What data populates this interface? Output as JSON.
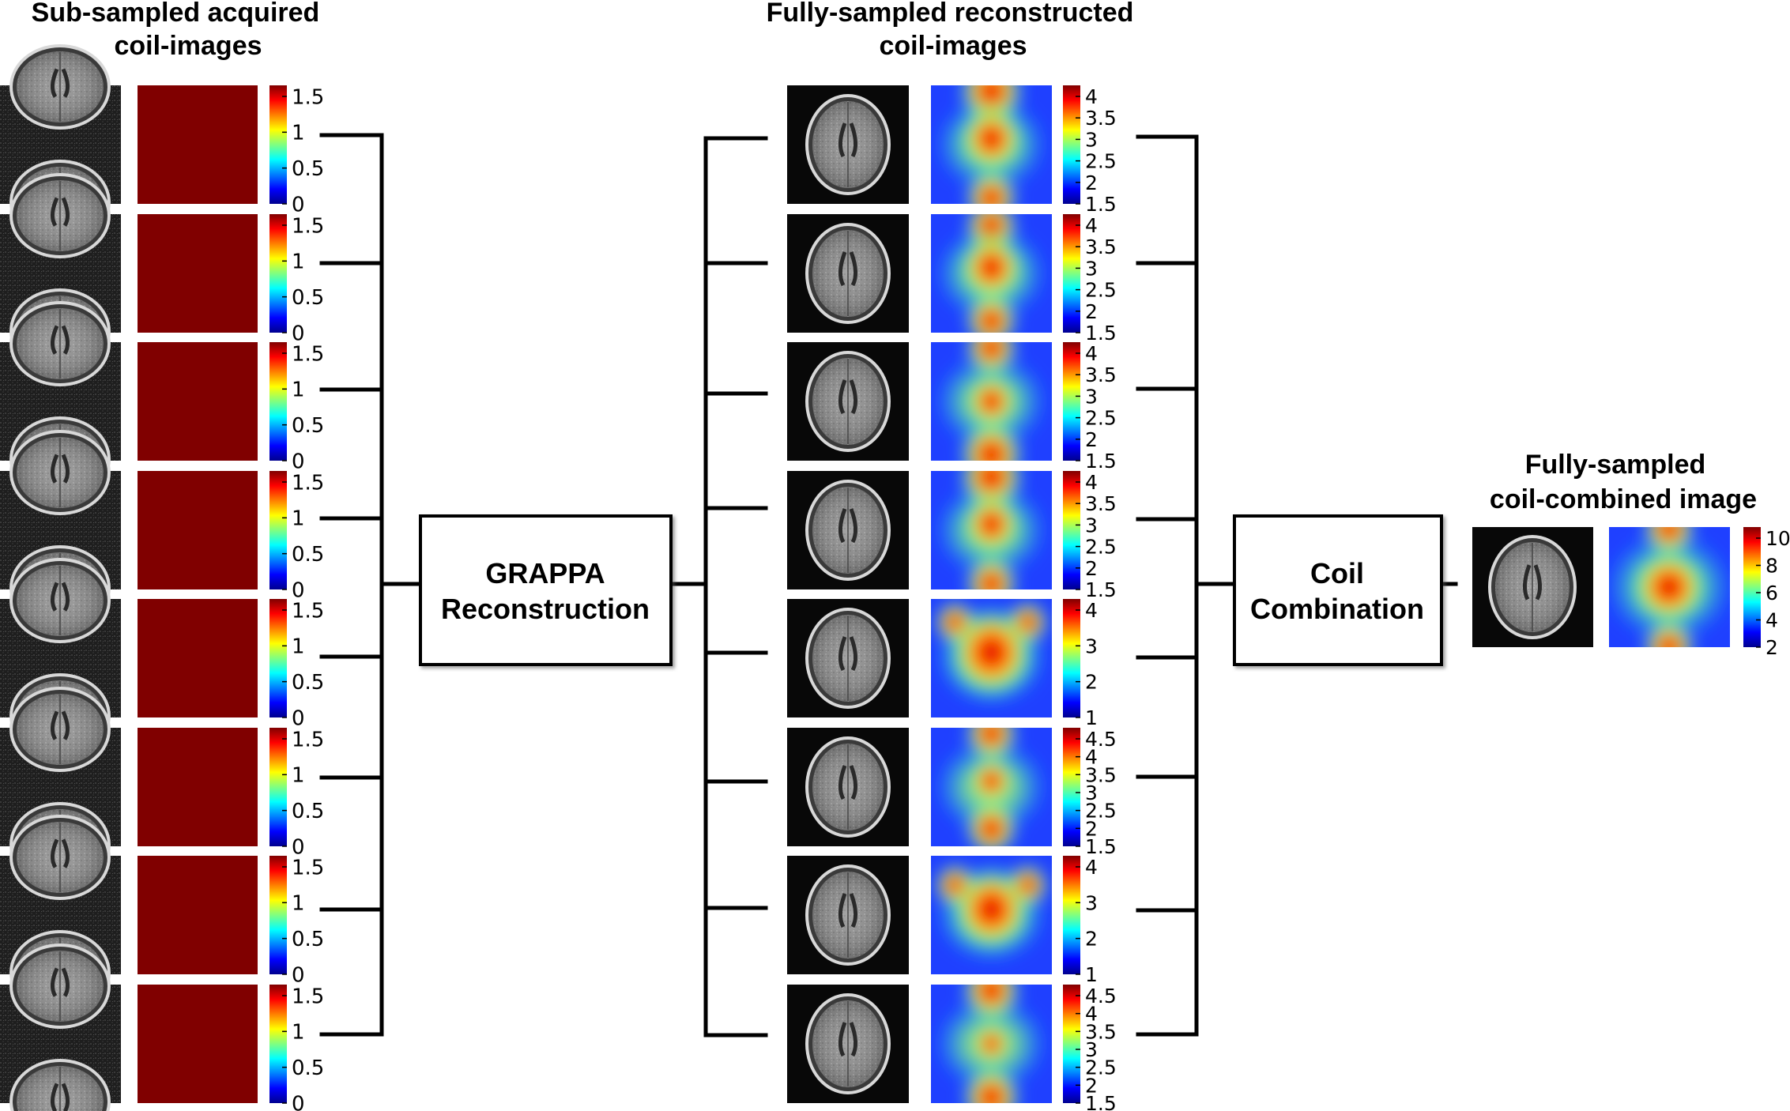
{
  "column_titles": {
    "subsampled": [
      "Sub-sampled acquired",
      "coil-images"
    ],
    "reconstructed": [
      "Fully-sampled reconstructed",
      "coil-images"
    ],
    "combined": [
      "Fully-sampled",
      "coil-combined image"
    ]
  },
  "process_boxes": {
    "grappa": [
      "GRAPPA",
      "Reconstruction"
    ],
    "coil_combination": [
      "Coil",
      "Combination"
    ]
  },
  "colors": {
    "flat_map": "#800000",
    "line": "#000000",
    "jet": [
      "#00008f",
      "#0000ff",
      "#0080ff",
      "#00ffff",
      "#80ff80",
      "#ffff00",
      "#ff8000",
      "#ff0000",
      "#800000"
    ]
  },
  "subsampled_rows": [
    {
      "colorbar_ticks": [
        "1.5",
        "1",
        "0.5",
        "0"
      ]
    },
    {
      "colorbar_ticks": [
        "1.5",
        "1",
        "0.5",
        "0"
      ]
    },
    {
      "colorbar_ticks": [
        "1.5",
        "1",
        "0.5",
        "0"
      ]
    },
    {
      "colorbar_ticks": [
        "1.5",
        "1",
        "0.5",
        "0"
      ]
    },
    {
      "colorbar_ticks": [
        "1.5",
        "1",
        "0.5",
        "0"
      ]
    },
    {
      "colorbar_ticks": [
        "1.5",
        "1",
        "0.5",
        "0"
      ]
    },
    {
      "colorbar_ticks": [
        "1.5",
        "1",
        "0.5",
        "0"
      ]
    },
    {
      "colorbar_ticks": [
        "1.5",
        "1",
        "0.5",
        "0"
      ]
    }
  ],
  "reconstructed_rows": [
    {
      "colorbar_ticks": [
        "4",
        "3.5",
        "3",
        "2.5",
        "2",
        "1.5"
      ]
    },
    {
      "colorbar_ticks": [
        "4",
        "3.5",
        "3",
        "2.5",
        "2",
        "1.5"
      ]
    },
    {
      "colorbar_ticks": [
        "4",
        "3.5",
        "3",
        "2.5",
        "2",
        "1.5"
      ]
    },
    {
      "colorbar_ticks": [
        "4",
        "3.5",
        "3",
        "2.5",
        "2",
        "1.5"
      ]
    },
    {
      "colorbar_ticks": [
        "4",
        "3",
        "2",
        "1"
      ]
    },
    {
      "colorbar_ticks": [
        "4.5",
        "4",
        "3.5",
        "3",
        "2.5",
        "2",
        "1.5"
      ]
    },
    {
      "colorbar_ticks": [
        "4",
        "3",
        "2",
        "1"
      ]
    },
    {
      "colorbar_ticks": [
        "4.5",
        "4",
        "3.5",
        "3",
        "2.5",
        "2",
        "1.5"
      ]
    }
  ],
  "combined": {
    "colorbar_ticks": [
      "10",
      "8",
      "6",
      "4",
      "2"
    ]
  }
}
